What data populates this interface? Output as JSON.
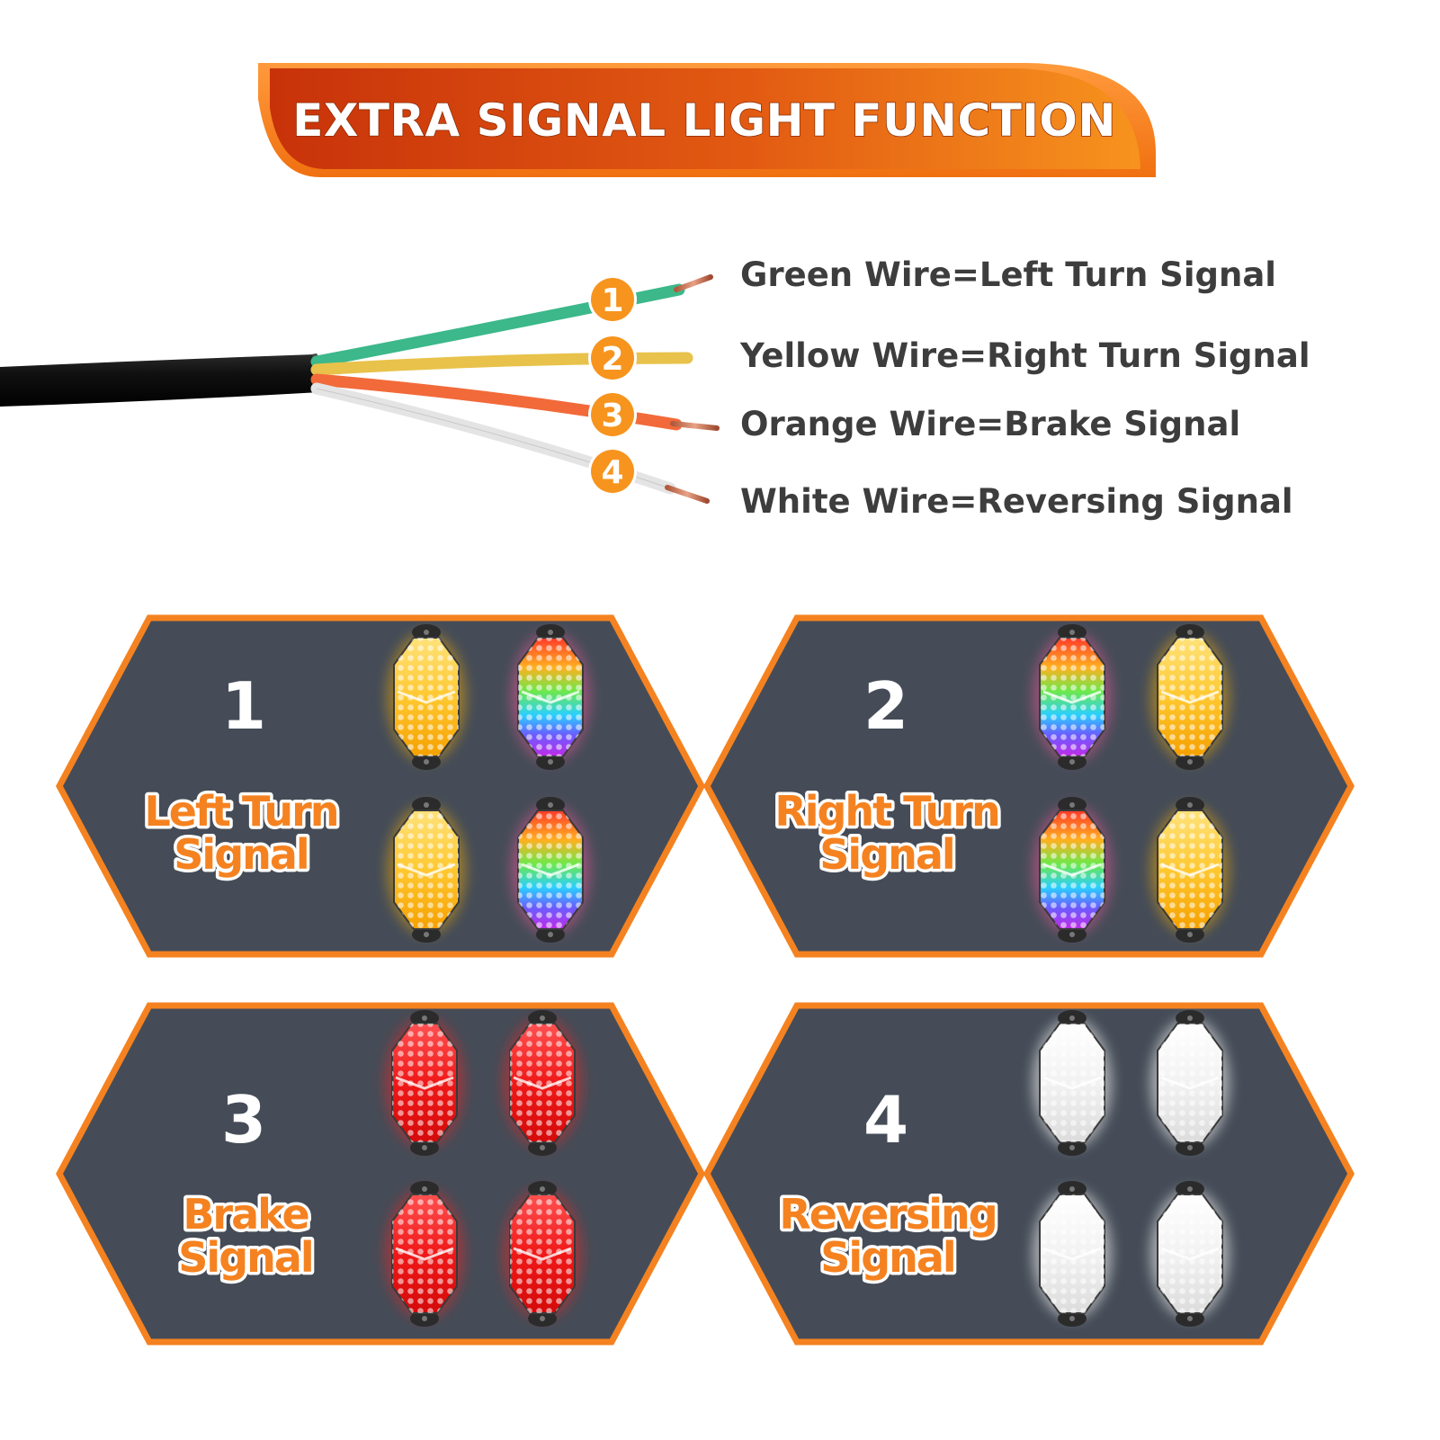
{
  "banner": {
    "title": "EXTRA SIGNAL LIGHT FUNCTION",
    "color_dark": "#c23a0a",
    "color_light": "#f47a20"
  },
  "wires": [
    {
      "number": "1",
      "color": "#3cb88a",
      "label": "Green Wire=Left Turn Signal"
    },
    {
      "number": "2",
      "color": "#e8c24a",
      "label": "Yellow Wire=Right Turn Signal"
    },
    {
      "number": "3",
      "color": "#f26a3a",
      "label": "Orange Wire=Brake Signal"
    },
    {
      "number": "4",
      "color": "#e8e8e8",
      "label": "White Wire=Reversing Signal"
    }
  ],
  "badge_color": "#f7941d",
  "panel_style": {
    "fill": "#454c57",
    "border": "#f58220"
  },
  "panels": [
    {
      "number": "1",
      "label_line1": "Left Turn",
      "label_line2": "Signal",
      "lights": [
        "amber",
        "rgb",
        "amber",
        "rgb"
      ]
    },
    {
      "number": "2",
      "label_line1": "Right Turn",
      "label_line2": "Signal",
      "lights": [
        "rgb",
        "amber",
        "rgb",
        "amber"
      ]
    },
    {
      "number": "3",
      "label_line1": "Brake",
      "label_line2": "Signal",
      "lights": [
        "red",
        "red",
        "red",
        "red"
      ]
    },
    {
      "number": "4",
      "label_line1": "Reversing",
      "label_line2": "Signal",
      "lights": [
        "white",
        "white",
        "white",
        "white"
      ]
    }
  ]
}
